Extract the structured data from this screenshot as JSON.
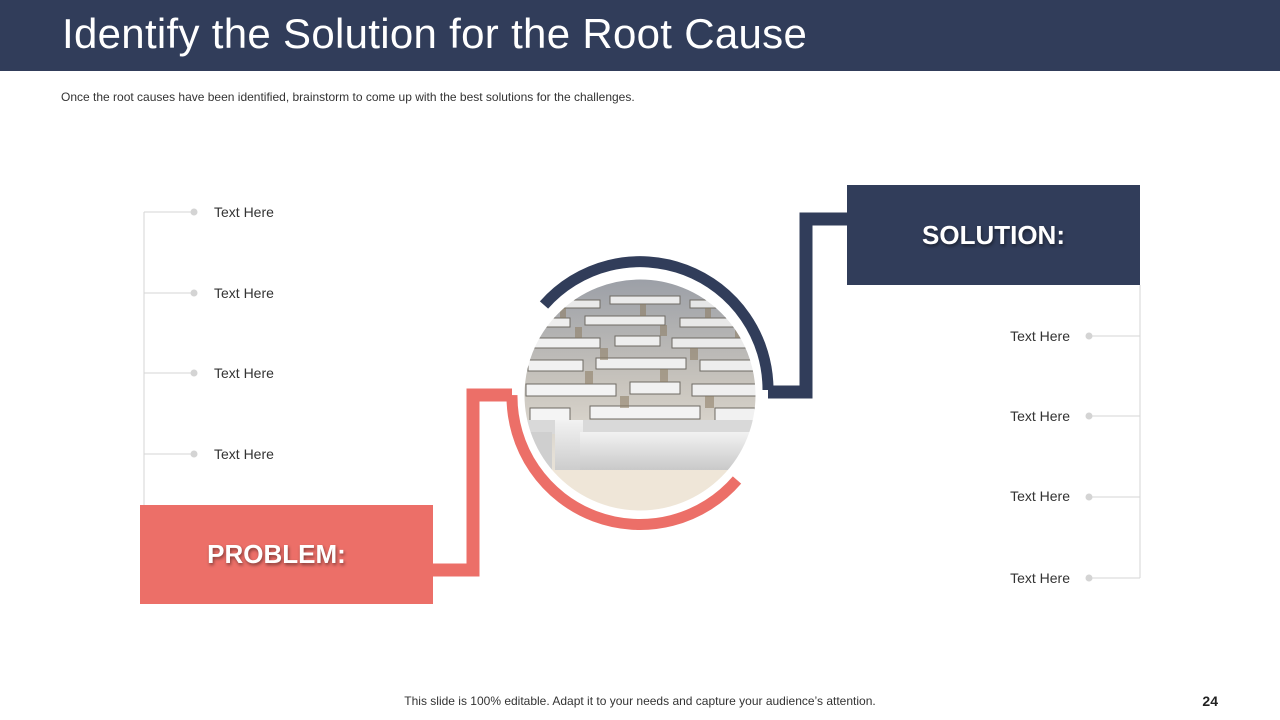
{
  "title": "Identify the Solution for the Root Cause",
  "subtitle": "Once the root causes have  been identified, brainstorm  to come up with the best solutions for the challenges.",
  "problem": {
    "label": "PROBLEM:",
    "items": [
      "Text Here",
      "Text Here",
      "Text Here",
      "Text Here"
    ]
  },
  "solution": {
    "label": "SOLUTION:",
    "items": [
      "Text Here",
      "Text Here",
      "Text Here",
      "Text Here"
    ]
  },
  "footer": "This slide is 100% editable. Adapt it to your needs and capture your audience’s attention.",
  "page_number": "24",
  "colors": {
    "navy": "#313d5a",
    "coral": "#ec6f68",
    "connector_gray": "#d0d0d0"
  },
  "image": {
    "subject": "3D maze viewed from above"
  }
}
